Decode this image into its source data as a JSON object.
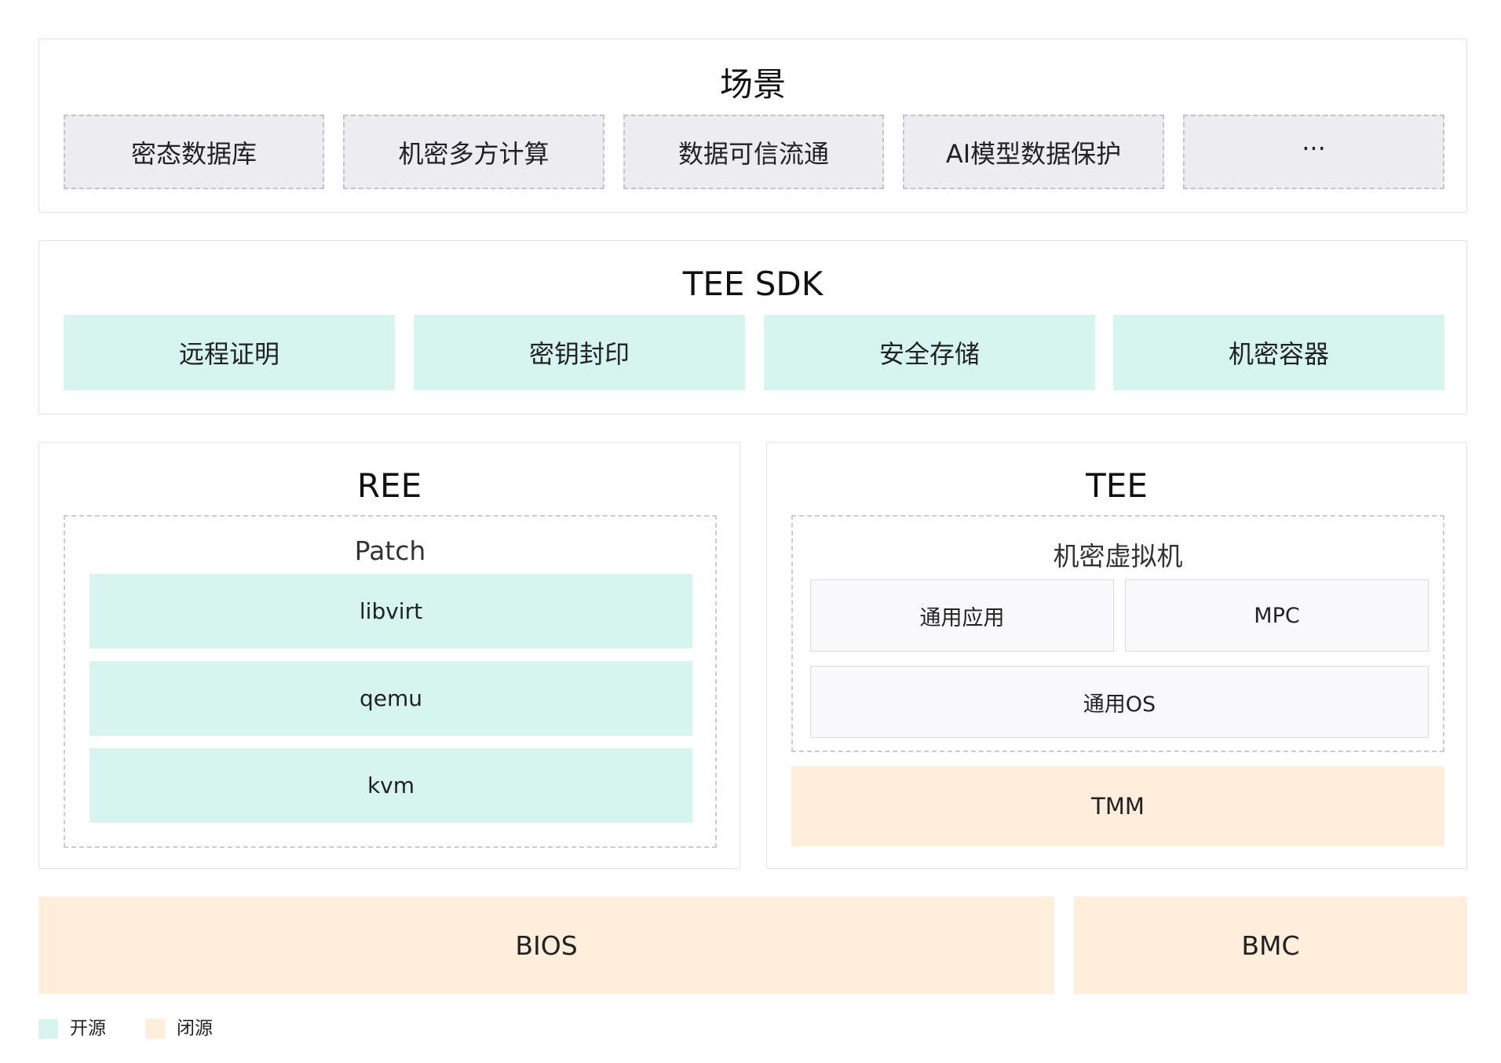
{
  "scenes": {
    "title": "场景",
    "items": [
      "密态数据库",
      "机密多方计算",
      "数据可信流通",
      "AI模型数据保护",
      "···"
    ]
  },
  "sdk": {
    "title": "TEE SDK",
    "items": [
      "远程证明",
      "密钥封印",
      "安全存储",
      "机密容器"
    ]
  },
  "ree": {
    "title": "REE",
    "patch": {
      "title": "Patch",
      "items": [
        "libvirt",
        "qemu",
        "kvm"
      ]
    }
  },
  "tee": {
    "title": "TEE",
    "cvm": {
      "title": "机密虚拟机",
      "apps": [
        "通用应用",
        "MPC"
      ],
      "os": "通用OS"
    },
    "tmm": "TMM"
  },
  "firmware": {
    "bios": "BIOS",
    "bmc": "BMC"
  },
  "legend": {
    "open_label": "开源",
    "closed_label": "闭源",
    "open_color": "#d5f5ee",
    "closed_color": "#ffeedb"
  }
}
